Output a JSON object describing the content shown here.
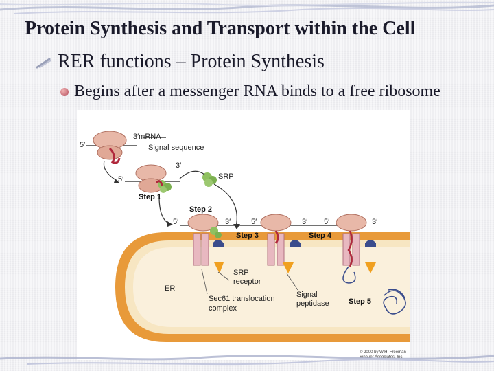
{
  "slide": {
    "title": "Protein Synthesis and Transport within the Cell",
    "bullet_level1": "RER functions – Protein Synthesis",
    "bullet_level2": "Begins after a messenger RNA binds to a free ribosome"
  },
  "figure": {
    "labels": {
      "prime5": "5′",
      "prime3_mrna": "3′mRNA",
      "signal_sequence": "Signal sequence",
      "prime3": "3′",
      "srp": "SRP",
      "step1": "Step 1",
      "step2": "Step 2",
      "step3": "Step 3",
      "step4": "Step 4",
      "step5": "Step 5",
      "srp_receptor_1": "SRP",
      "srp_receptor_2": "receptor",
      "er": "ER",
      "sec61_1": "Sec61 translocation",
      "sec61_2": "complex",
      "signal_peptidase_1": "Signal",
      "signal_peptidase_2": "peptidase",
      "copyright_1": "© 2000 by W.H. Freeman",
      "copyright_2": "Sinauer Associates, Inc."
    }
  },
  "colors": {
    "er_membrane": "#e89a3a",
    "er_lumen": "#f7e6c2",
    "ribosome": "#e8b8a8",
    "srp": "#8fc060",
    "srp_receptor": "#3a4c8c",
    "translocon": "#e8b8c0",
    "peptide": "#b0283c"
  }
}
